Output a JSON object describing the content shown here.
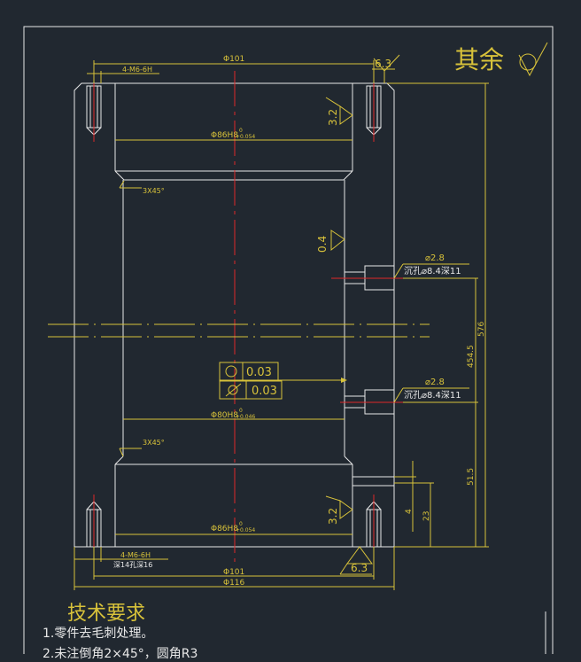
{
  "roughness_default": {
    "label": "其余"
  },
  "dimensions": {
    "thread_top": "4-M6-6H",
    "dia_top": "Φ101",
    "bore_top": "Φ86H8",
    "bore_top_tol_up": "0",
    "bore_top_tol_low": "+0.054",
    "chamfer_top": "3X45°",
    "chamfer_bottom": "3X45°",
    "bore_mid": "Φ80H8",
    "bore_mid_tol_up": "0",
    "bore_mid_tol_low": "+0.046",
    "bore_bottom": "Φ86H8",
    "bore_bottom_tol_up": "0",
    "bore_bottom_tol_low": "+0.054",
    "thread_bottom": "4-M6-6H",
    "thread_bottom_depth": "深14孔深16",
    "dia_bottom": "Φ101",
    "dia_outer": "Φ116",
    "hole_upper_dia": "⌀2.8",
    "hole_upper_cb": "沉孔⌀8.4深11",
    "hole_lower_dia": "⌀2.8",
    "hole_lower_cb": "沉孔⌀8.4深11",
    "len_total": "576",
    "len_mid": "454.5",
    "len_low": "51.5",
    "len_4": "4",
    "len_23": "23"
  },
  "roughness": {
    "top_right": "6.3",
    "left_top": "3.2",
    "middle": "0.4",
    "left_bottom": "3.2",
    "bottom": "6.3"
  },
  "tolerances": {
    "roundness_value": "0.03",
    "cylindricity_value": "0.03"
  },
  "tech_requirements": {
    "title": "技术要求",
    "item1": "1.零件去毛刺处理。",
    "item2": "2.未注倒角2×45°，圆角R3"
  }
}
